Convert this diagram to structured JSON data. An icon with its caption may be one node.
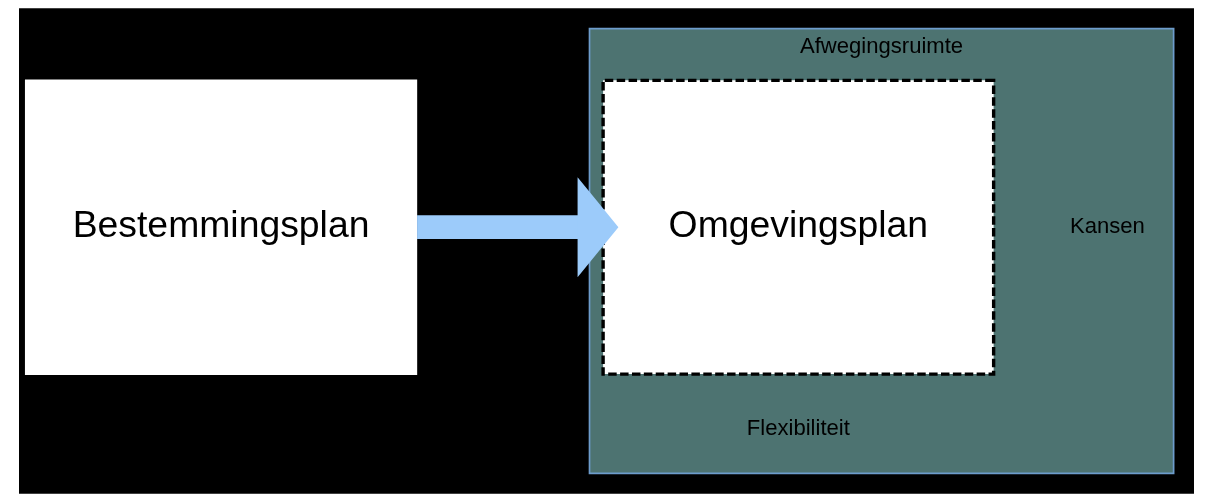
{
  "diagram": {
    "nodes": [
      {
        "text": [
          "Bestemmingsplan"
        ]
      },
      {
        "text": [
          "Afwegingsruimte",
          "Kansen",
          "Flexibiliteit"
        ]
      },
      {
        "text": [
          "Omgevingsplan"
        ],
        "in": 1
      }
    ],
    "edges": [
      {
        "from": 0,
        "to": 2,
        "arrow": "to"
      }
    ]
  }
}
